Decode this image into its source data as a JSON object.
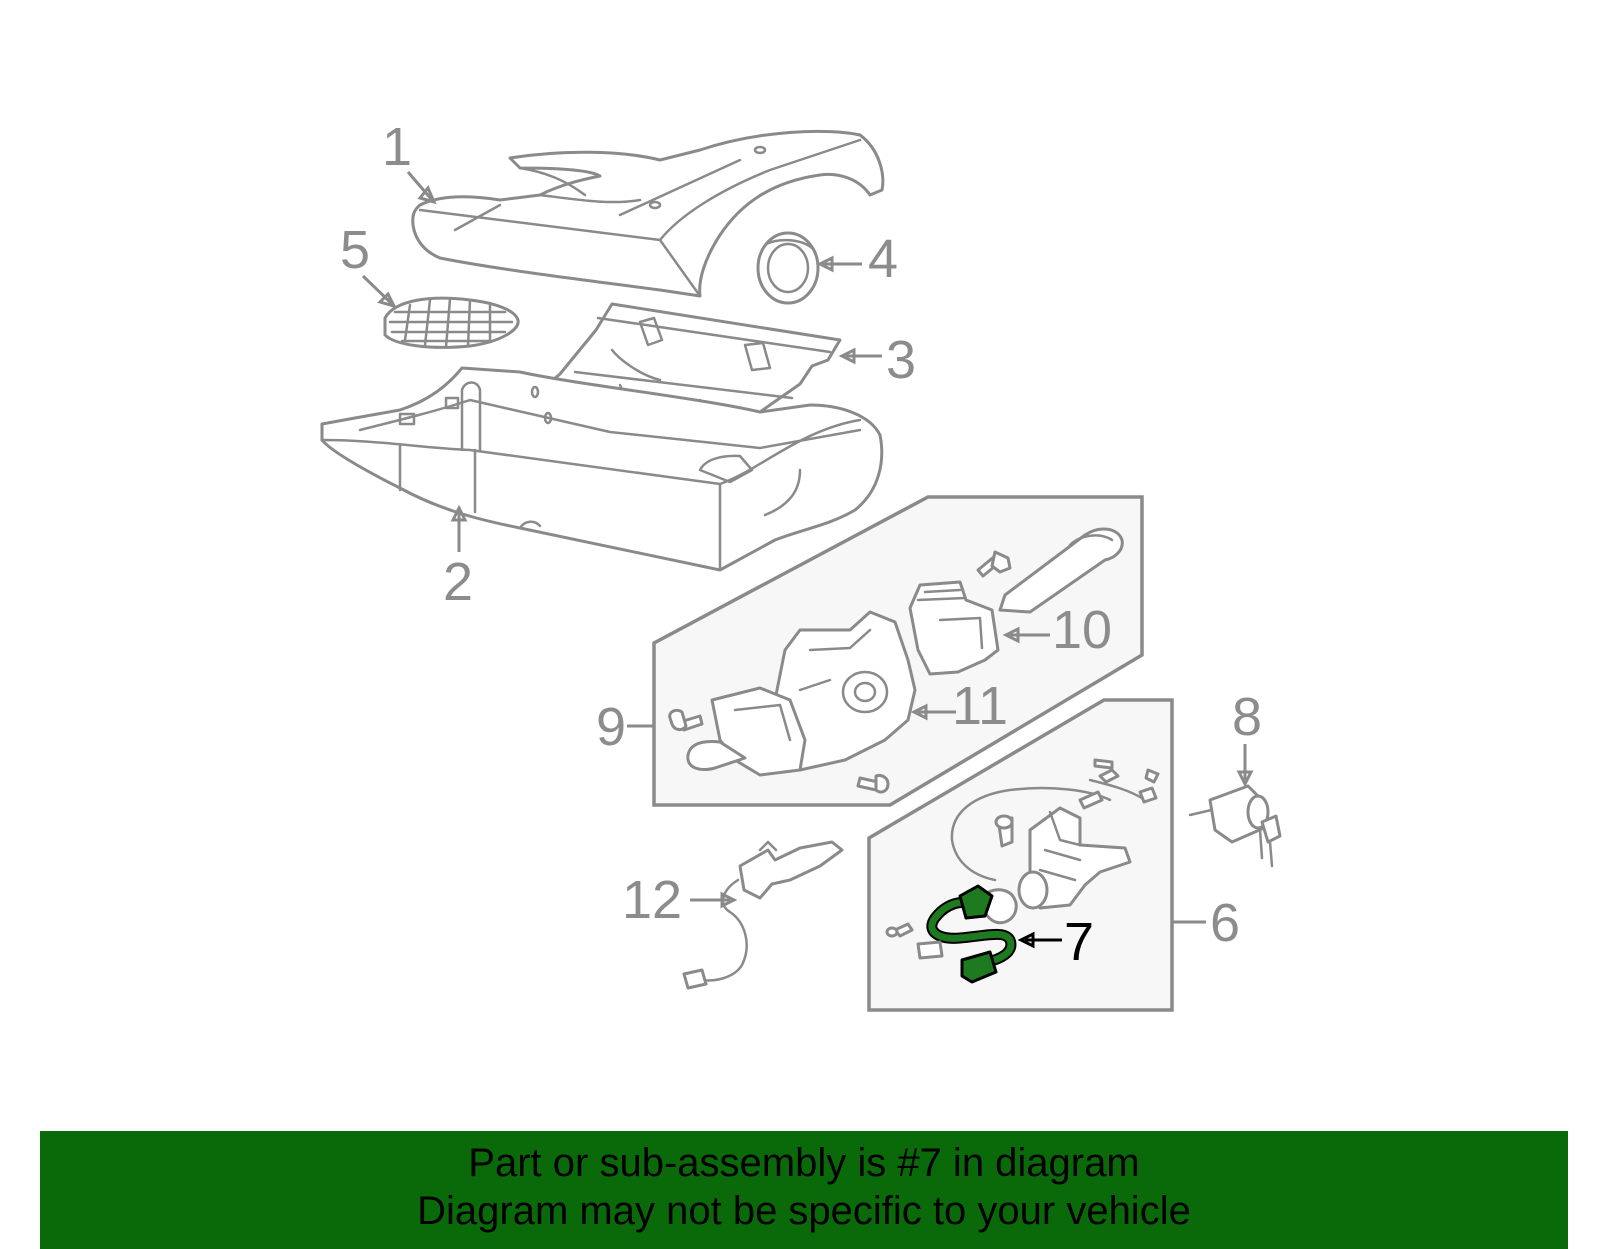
{
  "callouts": {
    "c1": "1",
    "c2": "2",
    "c3": "3",
    "c4": "4",
    "c5": "5",
    "c6": "6",
    "c7": "7",
    "c8": "8",
    "c9": "9",
    "c10": "10",
    "c11": "11",
    "c12": "12"
  },
  "highlighted_part": "7",
  "colors": {
    "highlight": "#1e7a1e",
    "banner": "#0a6a0a",
    "line": "#8a8a8a"
  },
  "banner": {
    "line1": "Part or sub-assembly is #7 in diagram",
    "line2": "Diagram may not be specific to your vehicle"
  }
}
